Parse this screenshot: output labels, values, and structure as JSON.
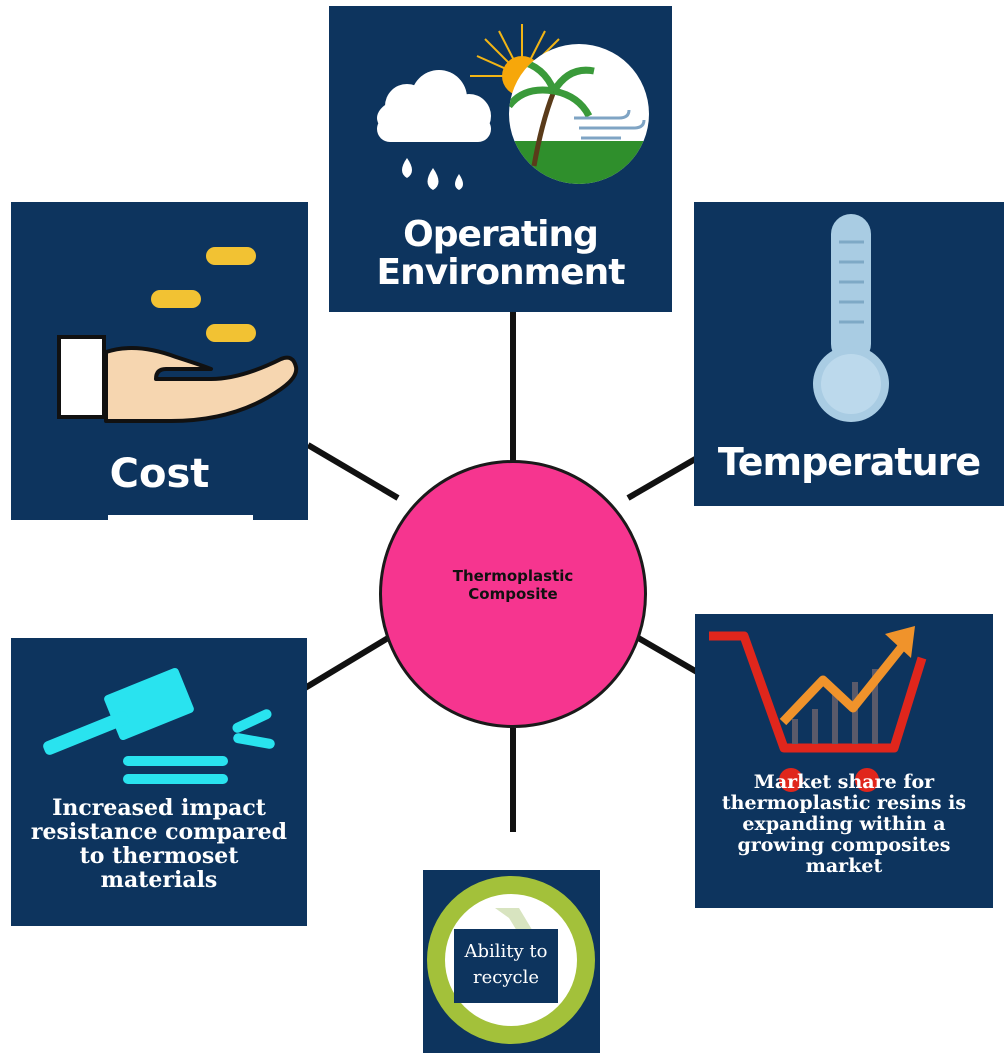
{
  "center": {
    "line1": "Thermoplastic",
    "line2": "Composite"
  },
  "nodes": {
    "operating_environment": {
      "line1": "Operating",
      "line2": "Environment"
    },
    "cost": {
      "label": "Cost"
    },
    "temperature": {
      "label": "Temperature"
    },
    "impact": {
      "line1": "Increased impact",
      "line2": "resistance compared",
      "line3": "to thermoset",
      "line4": "materials"
    },
    "market": {
      "line1": "Market share for",
      "line2": "thermoplastic resins is",
      "line3": "expanding within a",
      "line4": "growing composites",
      "line5": "market"
    },
    "recycle": {
      "line1": "Ability to",
      "line2": "recycle"
    }
  },
  "colors": {
    "tile_bg": "#0d345e",
    "center_fill": "#f6358f",
    "connector": "#111111",
    "gavel": "#29e3ef",
    "thermometer": "#a9cce3",
    "coin": "#f2c233",
    "cart": "#e0261c",
    "trend_arrow": "#f0932b",
    "recycle_ring": "#a3c13a"
  },
  "icons": [
    "weather-icon",
    "palm-tree-icon",
    "coins-icon",
    "hand-icon",
    "thermometer-icon",
    "gavel-icon",
    "shopping-cart-icon",
    "trend-arrow-icon",
    "recycle-icon"
  ]
}
